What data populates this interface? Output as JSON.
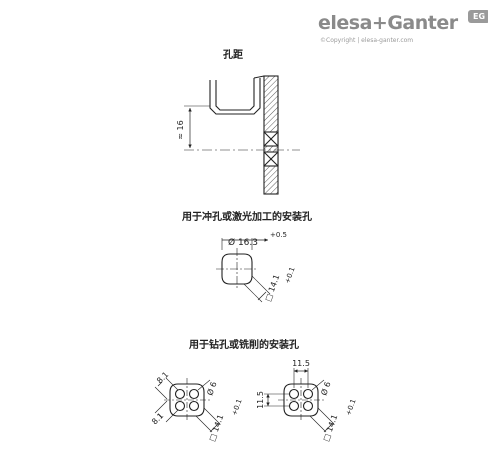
{
  "logo": {
    "brand": "elesa+Ganter",
    "badge": "EG",
    "copyright": "©Copyright | elesa-ganter.com"
  },
  "sections": {
    "hole_distance": {
      "title": "孔距",
      "dimension": "≈ 16"
    },
    "punched_hole": {
      "title": "用于冲孔或激光加工的安装孔",
      "diameter": "Ø 16.3",
      "diameter_tol": "+0.5",
      "square": "□ 14.1",
      "square_tol": "+0.1"
    },
    "drilled_hole": {
      "title": "用于钻孔或铣削的安装孔",
      "left": {
        "dim_top": "8.1",
        "dim_bottom": "8.1",
        "diameter": "Ø 6",
        "square": "□ 14.1",
        "square_tol": "+0.1"
      },
      "right": {
        "dim_top": "11.5",
        "dim_left": "11.5",
        "diameter": "Ø 6",
        "square": "□ 14.1",
        "square_tol": "+0.1"
      }
    }
  }
}
